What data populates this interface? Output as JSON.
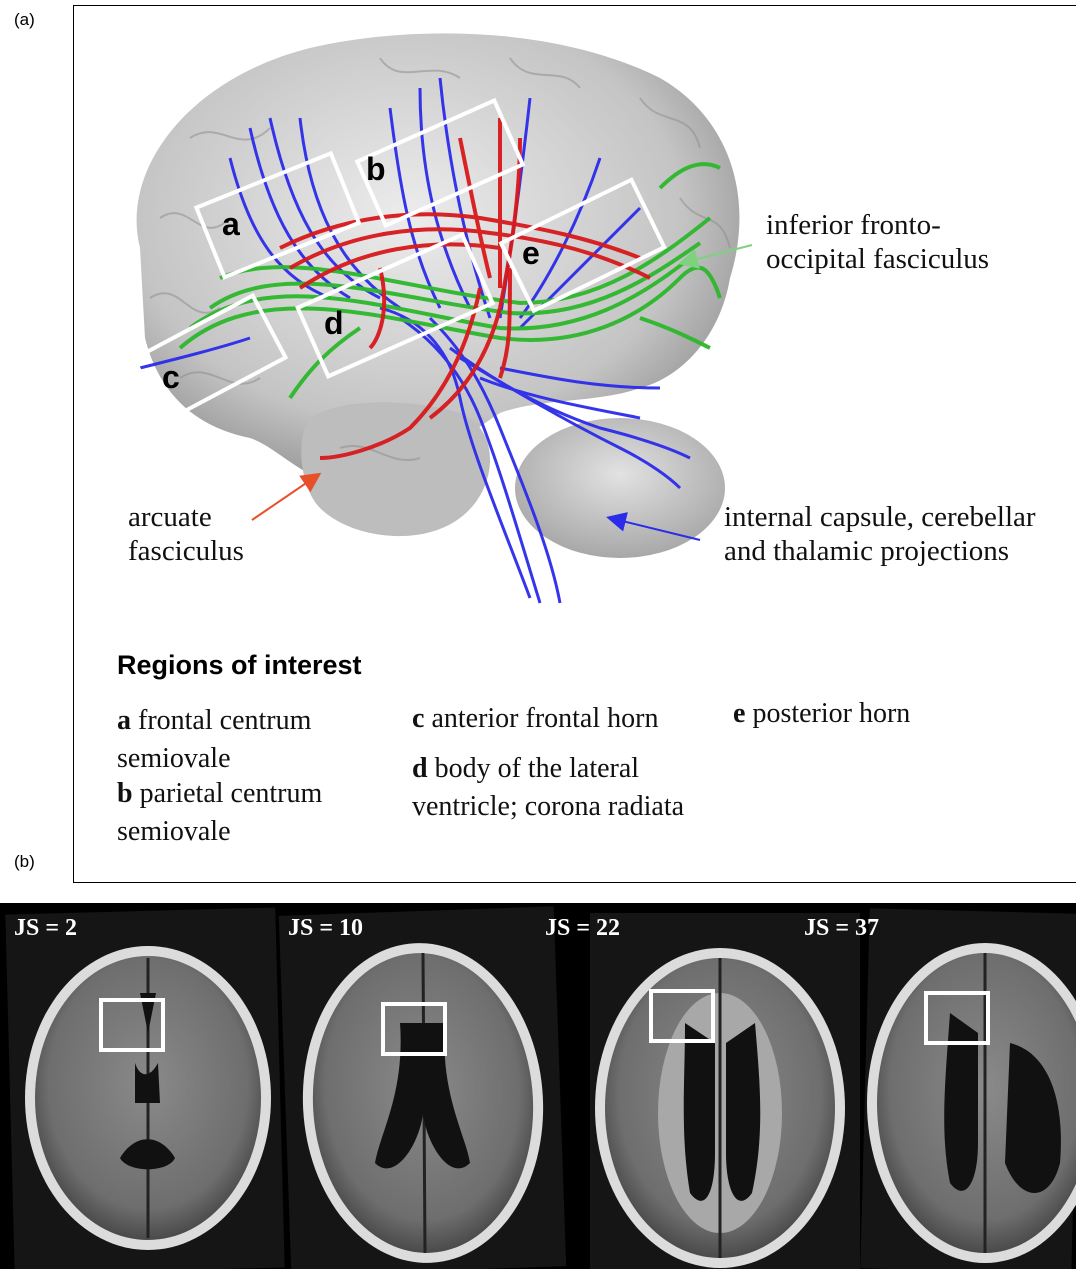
{
  "figure": {
    "panel_a_label": "(a)",
    "panel_b_label": "(b)"
  },
  "panel_a": {
    "roi_box_letters": [
      "a",
      "b",
      "c",
      "d",
      "e"
    ],
    "tract_labels": {
      "ifof": [
        "inferior fronto-",
        "occipital fasciculus"
      ],
      "arcuate": [
        "arcuate",
        "fasciculus"
      ],
      "internal_capsule": [
        "internal capsule, cerebellar",
        "and thalamic projections"
      ]
    },
    "colors": {
      "arcuate_fasciculus": "#d8191c",
      "inferior_fronto_occipital": "#2db82d",
      "projections": "#2b2bea",
      "roi_box": "#ffffff",
      "brain_surface": "#c9c9c9"
    },
    "regions_heading": "Regions of interest",
    "regions": [
      {
        "letter": "a",
        "text": "frontal centrum",
        "text2": "semiovale"
      },
      {
        "letter": "b",
        "text": "parietal centrum",
        "text2": "semiovale"
      },
      {
        "letter": "c",
        "text": "anterior frontal horn"
      },
      {
        "letter": "d",
        "text": "body of the lateral",
        "text2": "ventricle; corona radiata"
      },
      {
        "letter": "e",
        "text": "posterior horn"
      }
    ]
  },
  "panel_b": {
    "scans": [
      {
        "label": "JS = 2"
      },
      {
        "label": "JS = 10"
      },
      {
        "label": "JS = 22"
      },
      {
        "label": "JS = 37"
      }
    ]
  }
}
